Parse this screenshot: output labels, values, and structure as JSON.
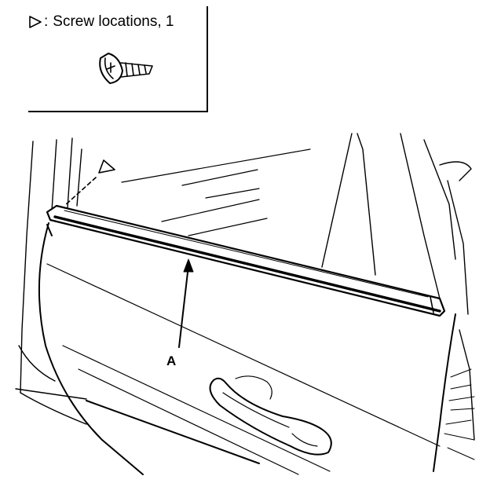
{
  "legend": {
    "symbol_icon": "hollow-triangle-pointer-icon",
    "colon": ":",
    "caption": "Screw locations, 1",
    "fastener_icon": "self-tapping-screw-with-washer-icon"
  },
  "callout": {
    "label": "A",
    "part": "door-window-molding"
  },
  "colors": {
    "ink": "#000000",
    "paper": "#ffffff"
  }
}
